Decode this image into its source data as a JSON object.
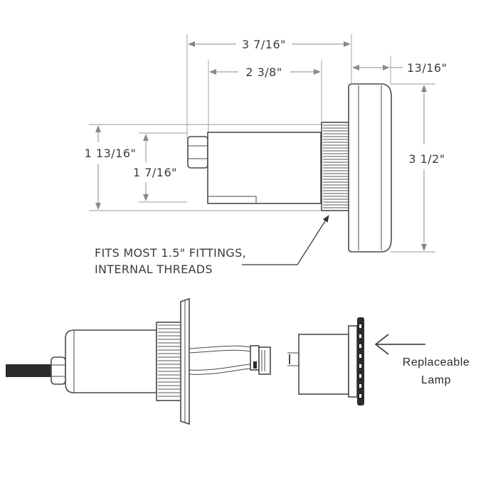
{
  "dimensions": {
    "overall_length": "3 7/16\"",
    "body_length": "2 3/8\"",
    "flange_depth": "13/16\"",
    "flange_diameter": "3 1/2\"",
    "body_diameter": "1 13/16\"",
    "nut_diameter": "1 7/16\""
  },
  "callout": {
    "line1": "FITS MOST 1.5\" FITTINGS,",
    "line2": "INTERNAL THREADS"
  },
  "lamp_label": {
    "line1": "Replaceable",
    "line2": "Lamp"
  }
}
